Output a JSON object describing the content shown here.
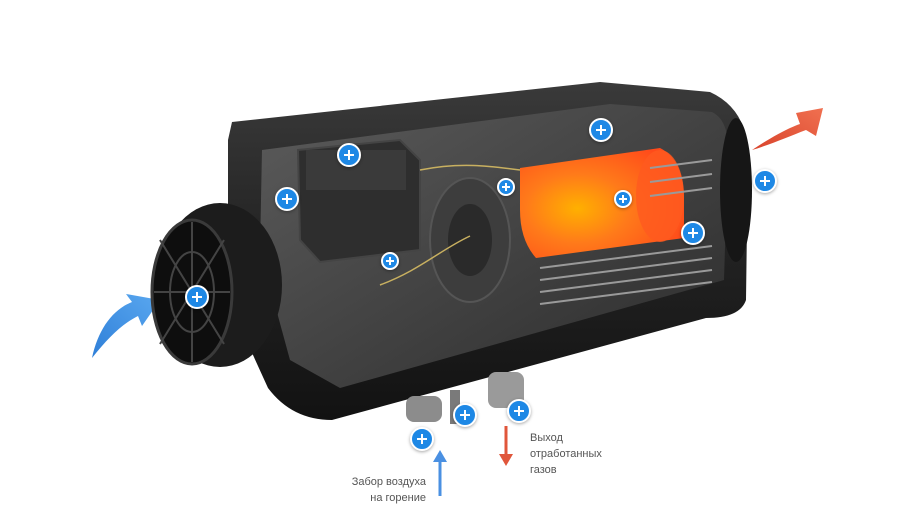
{
  "labels": {
    "intake_line1": "Забор воздуха",
    "intake_line2": "на горение",
    "exhaust_line1": "Выход",
    "exhaust_line2": "отработанных",
    "exhaust_line3": "газов"
  },
  "hotspot_icon": "plus-icon",
  "colors": {
    "hotspot": "#1e88e5",
    "intake_arrow": "#4a90e2",
    "exhaust_arrow": "#e0563b",
    "chamber": "#ff6a1a",
    "housing": "#2a2a2a"
  }
}
